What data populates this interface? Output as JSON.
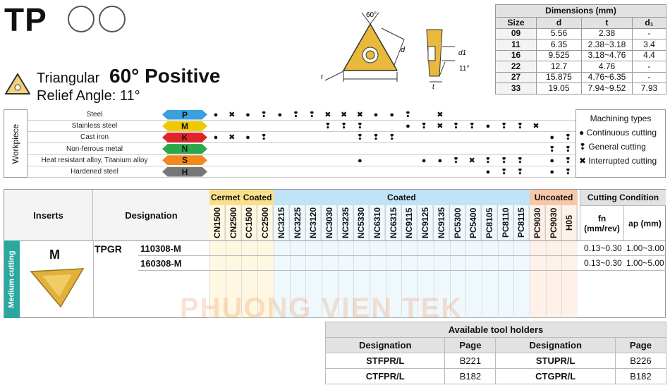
{
  "header": {
    "code": "TP",
    "shape": "Triangular",
    "angle": "60° Positive",
    "relief": "Relief Angle: 11°"
  },
  "diagram": {
    "angle_top": "60°",
    "d": "d",
    "r": "r",
    "t": "t",
    "d1": "d1",
    "relief": "11°"
  },
  "dims": {
    "caption": "Dimensions (mm)",
    "headers": [
      "Size",
      "d",
      "t",
      "d₁"
    ],
    "rows": [
      [
        "09",
        "5.56",
        "2.38",
        "-"
      ],
      [
        "11",
        "6.35",
        "2.38~3.18",
        "3.4"
      ],
      [
        "16",
        "9.525",
        "3.18~4.76",
        "4.4"
      ],
      [
        "22",
        "12.7",
        "4.76",
        "-"
      ],
      [
        "27",
        "15.875",
        "4.76~6.35",
        "-"
      ],
      [
        "33",
        "19.05",
        "7.94~9.52",
        "7.93"
      ]
    ]
  },
  "workpiece": {
    "label": "Workpiece",
    "rows": [
      {
        "name": "Steel",
        "code": "P",
        "color": "#3aa0e0"
      },
      {
        "name": "Stainless steel",
        "code": "M",
        "color": "#f0c800"
      },
      {
        "name": "Cast iron",
        "code": "K",
        "color": "#e0252a"
      },
      {
        "name": "Non-ferrous metal",
        "code": "N",
        "color": "#2aa84a"
      },
      {
        "name": "Heat resistant alloy, Titanium alloy",
        "code": "S",
        "color": "#f08a1e"
      },
      {
        "name": "Hardened steel",
        "code": "H",
        "color": "#777777"
      }
    ]
  },
  "machining": {
    "title": "Machining types",
    "continuous": "Continuous cutting",
    "general": "General cutting",
    "interrupted": "Interrupted cutting"
  },
  "main": {
    "inserts": "Inserts",
    "designation": "Designation",
    "cutting_condition": "Cutting Condition",
    "fn": "fn (mm/rev)",
    "ap": "ap (mm)",
    "medium": "Medium cutting",
    "m_label": "M",
    "tpgr": "TPGR",
    "groups": [
      {
        "name": "Cermet",
        "color": "#fbe08a"
      },
      {
        "name": "Coated",
        "color": "#fbe08a"
      },
      {
        "name": "Coated",
        "color": "#bfe3f7"
      },
      {
        "name": "Uncoated",
        "color": "#f7c8a8"
      }
    ],
    "grades": [
      "CN1500",
      "CN2500",
      "CC1500",
      "CC2500",
      "NC3215",
      "NC3225",
      "NC3120",
      "NC3030",
      "NC3235",
      "NC5330",
      "NC6310",
      "NC6315",
      "NC9115",
      "NC9125",
      "NC9135",
      "PC5300",
      "PC5400",
      "PC8105",
      "PC8110",
      "PC8115",
      "PC9030",
      "PC9030",
      "H05"
    ],
    "rows": [
      {
        "des": "110308-M",
        "fn": "0.13~0.30",
        "ap": "1.00~3.00"
      },
      {
        "des": "160308-M",
        "fn": "0.13~0.30",
        "ap": "1.00~5.00"
      }
    ]
  },
  "holders": {
    "caption": "Available tool holders",
    "h1": "Designation",
    "h2": "Page",
    "rows": [
      [
        "STFPR/L",
        "B221",
        "STUPR/L",
        "B226"
      ],
      [
        "CTFPR/L",
        "B182",
        "CTGPR/L",
        "B182"
      ]
    ]
  },
  "watermark": "PHUONG VIEN TEK"
}
